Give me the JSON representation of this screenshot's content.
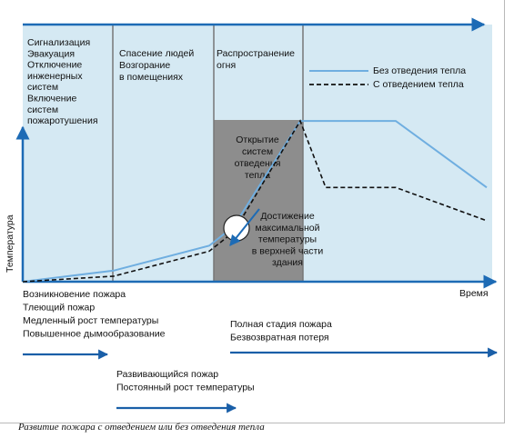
{
  "colors": {
    "panel": "#d5e9f3",
    "axis_blue": "#1d6bb5",
    "arrow_blue": "#1a5fa8",
    "dark_band": "#8d8d8d",
    "line_no_vent": "#6faee0",
    "line_vent": "#111111",
    "divider": "#777777"
  },
  "chart_data": {
    "type": "line",
    "xlabel": "Время",
    "ylabel": "Температура",
    "grid": false,
    "x_is_qualitative": true,
    "series": [
      {
        "name": "Без отведения тепла",
        "style": "solid",
        "points": [
          [
            0,
            0
          ],
          [
            100,
            4
          ],
          [
            205,
            13
          ],
          [
            232,
            20
          ],
          [
            305,
            58
          ],
          [
            410,
            58
          ],
          [
            510,
            34
          ]
        ]
      },
      {
        "name": "С отведением тепла",
        "style": "dashed",
        "points": [
          [
            0,
            0
          ],
          [
            100,
            2
          ],
          [
            205,
            11
          ],
          [
            232,
            18
          ],
          [
            305,
            58
          ],
          [
            333,
            34
          ],
          [
            410,
            34
          ],
          [
            510,
            22
          ]
        ]
      }
    ],
    "phases": [
      {
        "lines": [
          "Сигнализация",
          "Эвакуация",
          "Отключение",
          "инженерных",
          "систем",
          "Включение",
          "систем",
          "пожаротушения"
        ]
      },
      {
        "lines": [
          "Спасение людей",
          "Возгорание",
          "в помещениях"
        ]
      },
      {
        "lines": [
          "Распространение",
          "огня"
        ]
      }
    ],
    "annotations": {
      "venting": [
        "Открытие",
        "систем",
        "отведения",
        "тепла"
      ],
      "max_temp": [
        "Достижение",
        "максимальной",
        "температуры",
        "в верхней части",
        "здания"
      ]
    },
    "stages": [
      {
        "lines": [
          "Возникновение пожара",
          "Тлеющий пожар",
          "Медленный рост температуры",
          "Повышенное дымообразование"
        ]
      },
      {
        "lines": [
          "Развивающийся пожар",
          "Постоянный рост температуры"
        ]
      },
      {
        "lines": [
          "Полная стадия пожара",
          "Безвозвратная потеря"
        ]
      }
    ]
  },
  "caption": "Развитие пожара с отведением или без отведения тепла"
}
